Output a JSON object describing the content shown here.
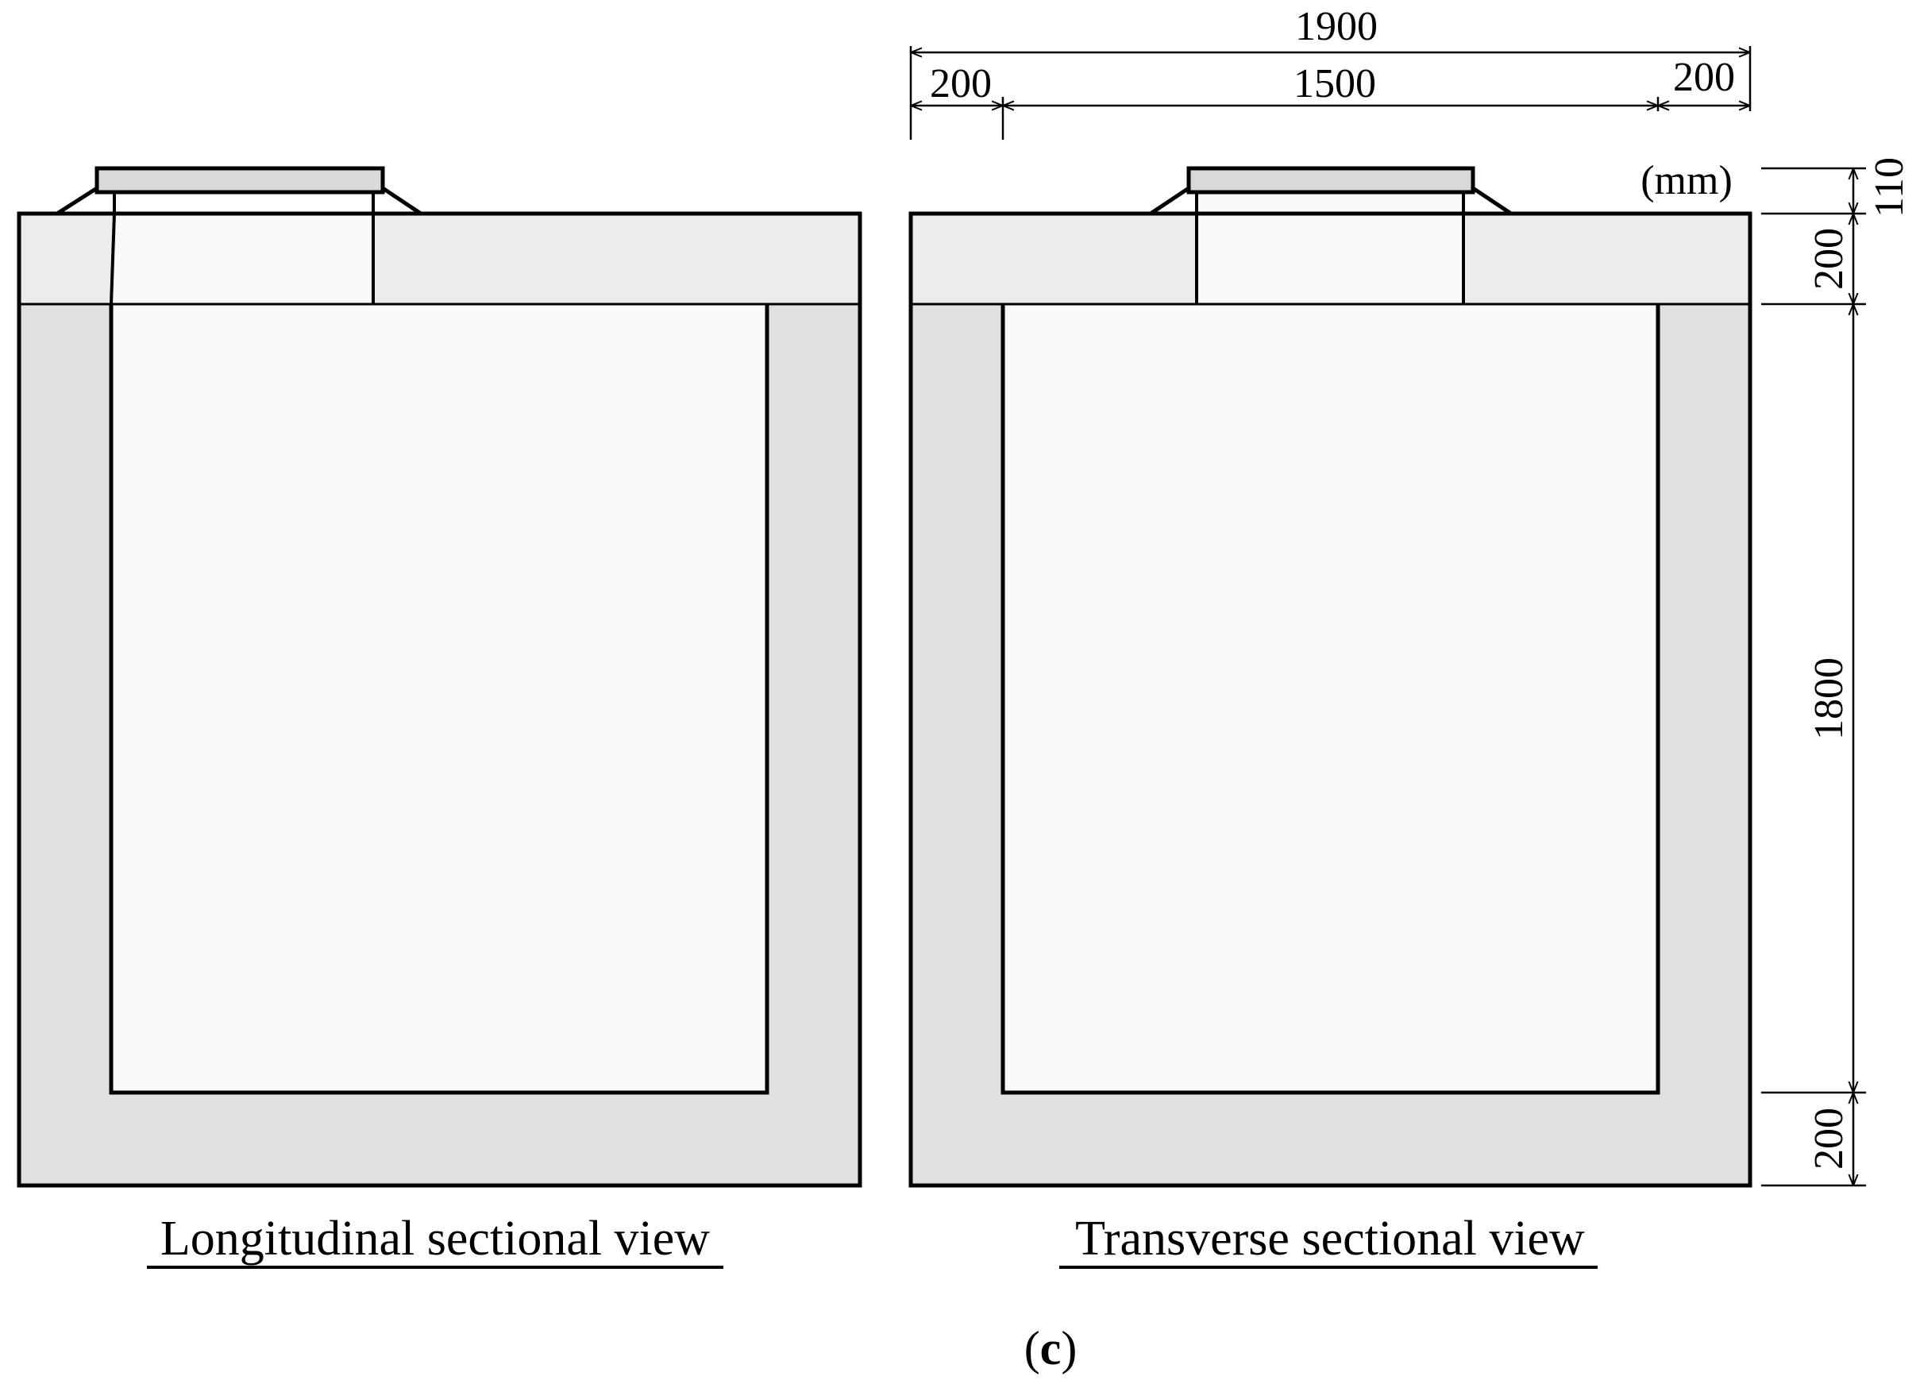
{
  "figure": {
    "label_open": "(",
    "label_letter": "c",
    "label_close": ")"
  },
  "views": {
    "longitudinal": {
      "caption": "Longitudinal sectional view"
    },
    "transverse": {
      "caption": "Transverse sectional view"
    }
  },
  "dimensions": {
    "unit": "(mm)",
    "overall_width": "1900",
    "left_wall": "200",
    "inner_width": "1500",
    "right_wall": "200",
    "cover_height": "110",
    "top_slab": "200",
    "inner_height": "1800",
    "bottom_slab": "200"
  },
  "colors": {
    "slab_fill": "#ececec",
    "wall_fill": "#e0e0e0",
    "interior_fill": "#fafafa",
    "cover_fill": "#d9d9d9",
    "line": "#000000"
  }
}
